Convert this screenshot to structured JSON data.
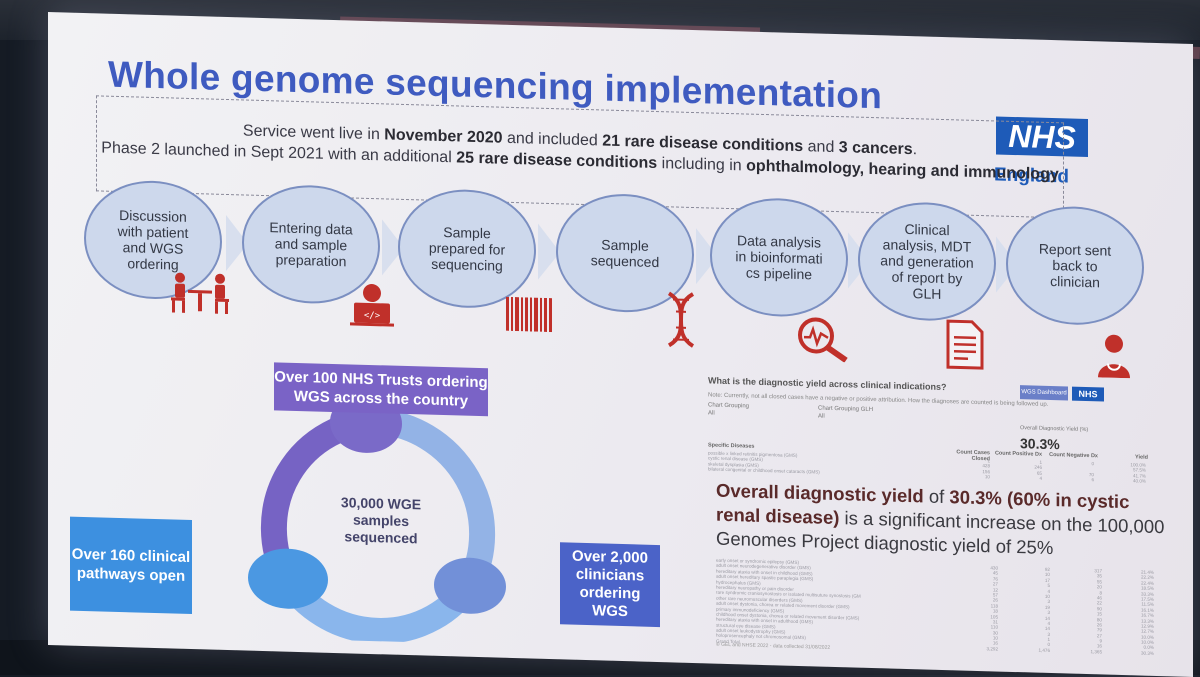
{
  "slide": {
    "title": "Whole genome sequencing implementation",
    "logo_text": "NHS",
    "logo_sub": "England",
    "service_line1": [
      "Service went live in ",
      "November 2020",
      " and included ",
      "21 rare disease conditions",
      " and ",
      "3 cancers",
      "."
    ],
    "service_line2": [
      "Phase 2 launched in Sept 2021 with an additional ",
      "25 rare disease conditions",
      " including in ",
      "ophthalmology, hearing and immunology"
    ],
    "steps": [
      {
        "label": "Discussion with patient and WGS ordering",
        "icon": "consultation-icon"
      },
      {
        "label": "Entering data and sample preparation",
        "icon": "laptop-code-icon"
      },
      {
        "label": "Sample prepared for sequencing",
        "icon": "barcode-icon"
      },
      {
        "label": "Sample sequenced",
        "icon": "dna-icon"
      },
      {
        "label": "Data analysis in bioinformati cs pipeline",
        "icon": "magnifier-chart-icon"
      },
      {
        "label": "Clinical analysis, MDT and generation of report by GLH",
        "icon": "document-icon"
      },
      {
        "label": "Report sent back to clinician",
        "icon": "clinician-icon"
      }
    ],
    "trusts_box": "Over 100 NHS Trusts ordering WGS across the country",
    "ring_center": "30,000 WGE samples sequenced",
    "pathways_box": "Over 160 clinical pathways open",
    "clinicians_box": "Over 2,000 clinicians ordering WGS",
    "report": {
      "question": "What is the diagnostic yield across clinical indications?",
      "note": "Note: Currently, not all closed cases have a negative or positive attribution. How the diagnoses are counted is being followed up.",
      "dashboard_label": "WGS Dashboard",
      "overall_label": "Overall Diagnostic Yield (%)",
      "overall_value": "30.3%",
      "chart_grouping": "Chart Grouping",
      "chart_grouping_glh": "Chart Grouping GLH",
      "all": "All",
      "col_disease": "Specific Diseases",
      "col_closed": "Count Cases Closed",
      "col_positive": "Count Positive Dx",
      "col_negative": "Count Negative Dx",
      "col_yield": "Yield",
      "top_rows": [
        {
          "name": "possible x linked retinitis pigmentosa (GMS)",
          "closed": "1",
          "positive": "1",
          "negative": "0",
          "yield": "100.0%"
        },
        {
          "name": "cystic renal disease (GMS)",
          "closed": "428",
          "positive": "246",
          "negative": "",
          "yield": "57.5%"
        },
        {
          "name": "skeletal dysplasia (GMS)",
          "closed": "156",
          "positive": "65",
          "negative": "70",
          "yield": "41.7%"
        },
        {
          "name": "bilateral congenital or childhood onset cataracts (GMS)",
          "closed": "10",
          "positive": "4",
          "negative": "6",
          "yield": "40.0%"
        }
      ],
      "statement_bold1": "Overall diagnostic yield",
      "statement_mid1": " of ",
      "statement_bold2": "30.3% (60% in cystic renal disease)",
      "statement_rest": " is a significant increase on the 100,000 Genomes Project diagnostic yield of 25%",
      "bottom_rows": [
        {
          "name": "early onset or syndromic epilepsy (GMS)",
          "closed": "430",
          "positive": "92",
          "negative": "317",
          "yield": "21.4%"
        },
        {
          "name": "adult onset neurodegenerative disorder (GMS)",
          "closed": "45",
          "positive": "10",
          "negative": "35",
          "yield": "22.2%"
        },
        {
          "name": "hereditary ataxia with onset in childhood (GMS)",
          "closed": "76",
          "positive": "17",
          "negative": "55",
          "yield": "22.4%"
        },
        {
          "name": "adult onset hereditary spastic paraplegia (GMS)",
          "closed": "27",
          "positive": "5",
          "negative": "20",
          "yield": "18.5%"
        },
        {
          "name": "hydrocephalus (GMS)",
          "closed": "12",
          "positive": "4",
          "negative": "8",
          "yield": "33.3%"
        },
        {
          "name": "hereditary neuropathy or pain disorder",
          "closed": "57",
          "positive": "10",
          "negative": "46",
          "yield": "17.5%"
        },
        {
          "name": "rare syndromic craniosynostosis or isolated multisuture synostosis (GM",
          "closed": "26",
          "positive": "3",
          "negative": "22",
          "yield": "11.5%"
        },
        {
          "name": "other rare neuromuscular disorders (GMS)",
          "closed": "118",
          "positive": "19",
          "negative": "90",
          "yield": "16.1%"
        },
        {
          "name": "adult onset dystonia, chorea or related movement disorder (GMS)",
          "closed": "18",
          "positive": "3",
          "negative": "15",
          "yield": "16.7%"
        },
        {
          "name": "primary immunodeficiency (GMS)",
          "closed": "105",
          "positive": "14",
          "negative": "80",
          "yield": "13.3%"
        },
        {
          "name": "childhood onset dystonia, chorea or related movement disorder (GMS)",
          "closed": "31",
          "positive": "4",
          "negative": "26",
          "yield": "12.9%"
        },
        {
          "name": "hereditary ataxia with onset in adulthood (GMS)",
          "closed": "110",
          "positive": "14",
          "negative": "79",
          "yield": "12.7%"
        },
        {
          "name": "structural eye disease (GMS)",
          "closed": "30",
          "positive": "3",
          "negative": "27",
          "yield": "10.0%"
        },
        {
          "name": "adult onset leukodystrophy (GMS)",
          "closed": "10",
          "positive": "1",
          "negative": "9",
          "yield": "10.0%"
        },
        {
          "name": "holoprosencephaly not chromosomal (GMS)",
          "closed": "16",
          "positive": "0",
          "negative": "16",
          "yield": "0.0%"
        },
        {
          "name": "Grand Total",
          "closed": "3,292",
          "positive": "1,476",
          "negative": "1,365",
          "yield": "30.3%"
        }
      ],
      "footer": "© GEL and NHSE 2022 - data collected 31/08/2022"
    }
  },
  "colors": {
    "title": "#3f5bc0",
    "circle_fill": "#cdd8ec",
    "nhs_blue": "#1e5bb8",
    "box_left": "#3d90e0",
    "box_right": "#4b63c8",
    "ring_dark": "#7562c4",
    "ring_light": "#8fb0e6"
  }
}
